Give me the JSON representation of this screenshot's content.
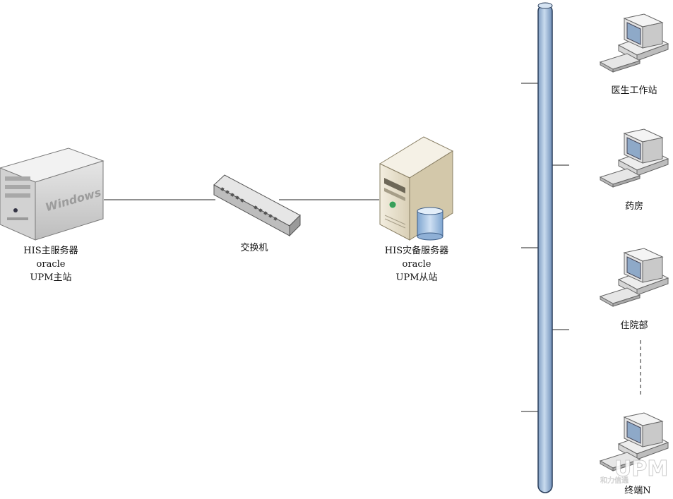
{
  "nodes": {
    "main_server": {
      "line1": "HIS主服务器",
      "line2": "oracle",
      "line3": "UPM主站",
      "os_badge": "Windows"
    },
    "switch": {
      "label": "交换机"
    },
    "backup_server": {
      "line1": "HIS灾备服务器",
      "line2": "oracle",
      "line3": "UPM从站"
    }
  },
  "terminals": [
    {
      "label": "医生工作站"
    },
    {
      "label": "药房"
    },
    {
      "label": "住院部"
    },
    {
      "label": "终端N"
    }
  ],
  "watermark": {
    "logo": "UPM",
    "sub": "和力信通"
  },
  "colors": {
    "bus_fill": "#a9c3e0",
    "bus_stroke": "#2b3f5c",
    "line": "#222222",
    "server_beige": "#e8e1cf"
  }
}
